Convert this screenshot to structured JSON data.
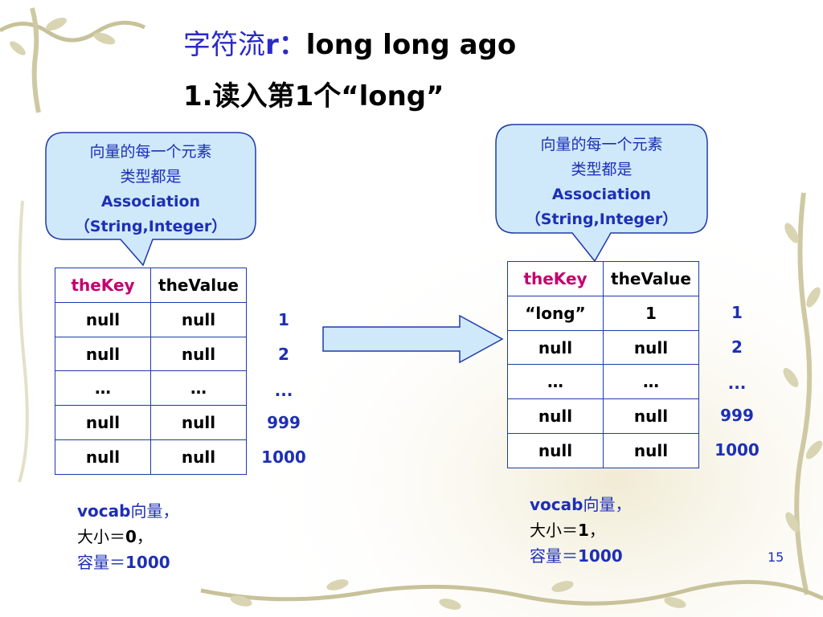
{
  "title": {
    "prefix_cn": "字符流",
    "prefix_r": "r：",
    "text": "long long ago",
    "step": "1.读入第1个“long”"
  },
  "callout_left": {
    "line1": "向量的每一个元素",
    "line2": "类型都是",
    "line3": "Association",
    "line4": "（String,Integer）"
  },
  "callout_right": {
    "line1": "向量的每一个元素",
    "line2": "类型都是",
    "line3": "Association",
    "line4": "（String,Integer）"
  },
  "table_left": {
    "headers": [
      "theKey",
      "theValue"
    ],
    "rows": [
      [
        "null",
        "null"
      ],
      [
        "null",
        "null"
      ],
      [
        "…",
        "…"
      ],
      [
        "null",
        "null"
      ],
      [
        "null",
        "null"
      ]
    ],
    "indices": [
      "1",
      "2",
      "...",
      "999",
      "1000"
    ]
  },
  "table_right": {
    "headers": [
      "theKey",
      "theValue"
    ],
    "rows": [
      [
        "“long”",
        "1"
      ],
      [
        "null",
        "null"
      ],
      [
        "…",
        "…"
      ],
      [
        "null",
        "null"
      ],
      [
        "null",
        "null"
      ]
    ],
    "indices": [
      "1",
      "2",
      "...",
      "999",
      "1000"
    ]
  },
  "vocab_left": {
    "name": "vocab",
    "name_suffix": "向量，",
    "size_label": "大小＝",
    "size_value": "0",
    "size_suffix": "，",
    "cap_label": "容量＝",
    "cap_value": "1000"
  },
  "vocab_right": {
    "name": "vocab",
    "name_suffix": "向量，",
    "size_label": "大小＝",
    "size_value": "1",
    "size_suffix": "，",
    "cap_label": "容量＝",
    "cap_value": "1000"
  },
  "page_number": "15",
  "colors": {
    "callout_fill": "#cfe9fb",
    "callout_border": "#1e3aa8",
    "arrow_fill": "#cfe9fb",
    "key_header": "#c4006e",
    "text_blue": "#1d2fb5"
  }
}
